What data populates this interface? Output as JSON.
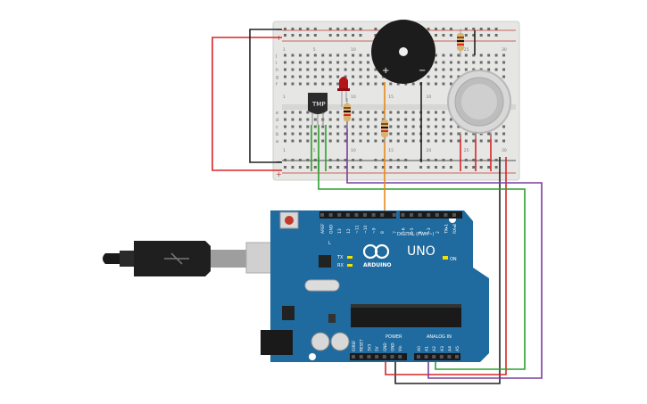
{
  "breadboard": {
    "row_letters": [
      "j",
      "i",
      "h",
      "g",
      "f",
      "e",
      "d",
      "c",
      "b",
      "a"
    ],
    "column_numbers": [
      "1",
      "5",
      "10",
      "15",
      "20",
      "25",
      "30"
    ],
    "rail_plus": "+",
    "rail_minus": "−"
  },
  "components": {
    "temp_sensor_label": "TMP",
    "buzzer_plus": "+",
    "buzzer_minus": "−"
  },
  "arduino": {
    "brand": "ARDUINO",
    "model": "UNO",
    "on_label": "ON",
    "digital_header": "DIGITAL (PWM~)",
    "digital_pins": [
      "AREF",
      "GND",
      "13",
      "12",
      "~11",
      "~10",
      "~9",
      "8",
      "7",
      "~6",
      "~5",
      "4",
      "~3",
      "2",
      "TX▸1",
      "RX◂0"
    ],
    "power_header": "POWER",
    "power_pins": [
      "IOREF",
      "RESET",
      "3V3",
      "5V",
      "GND",
      "GND",
      "Vin"
    ],
    "analog_header": "ANALOG IN",
    "analog_pins": [
      "A0",
      "A1",
      "A2",
      "A3",
      "A4",
      "A5"
    ],
    "led_l": "L",
    "led_tx": "TX",
    "led_rx": "RX"
  },
  "colors": {
    "board": "#1f6a9e",
    "breadboard": "#e6e6e4",
    "wire_red": "#d62728",
    "wire_black": "#222222",
    "wire_green": "#2ca02c",
    "wire_purple": "#7b3f9e",
    "wire_orange": "#e8891a"
  }
}
